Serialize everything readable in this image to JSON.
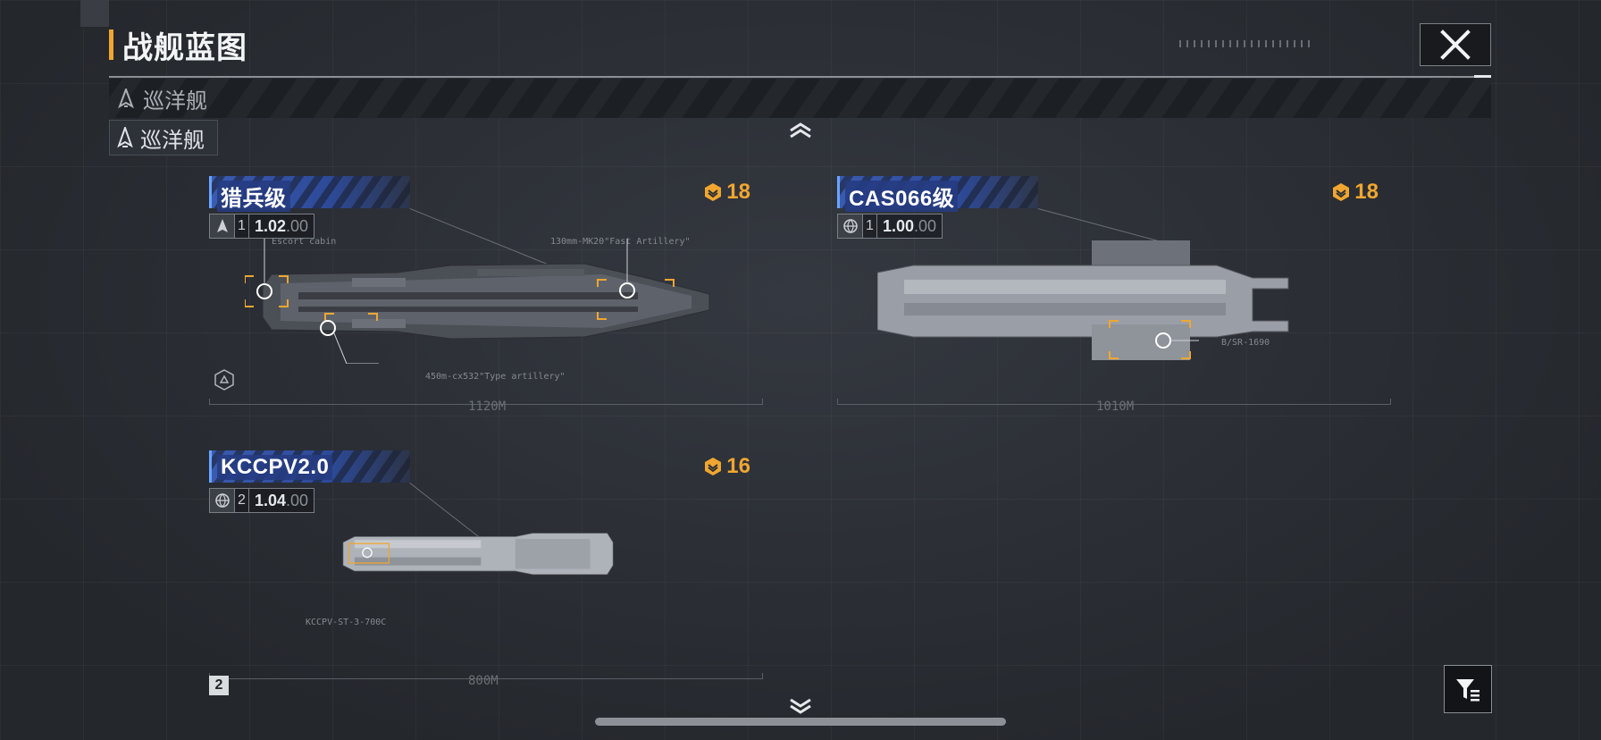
{
  "header": {
    "title": "战舰蓝图",
    "close_icon": "close-icon"
  },
  "category": {
    "bar_label": "巡洋舰",
    "selected_label": "巡洋舰",
    "icon": "ship-type-icon"
  },
  "cards": [
    {
      "name": "猎兵级",
      "cost": "18",
      "tier": "1",
      "ratio_main": "1.02",
      "ratio_tail": ".00",
      "stat_icon": "fleet-icon",
      "length": "1120M",
      "weapons": [
        "Escort cabin",
        "130mm-MK20\"Fast Artillery\"",
        "450m-cx532\"Type artillery\""
      ]
    },
    {
      "name": "CAS066级",
      "cost": "18",
      "tier": "1",
      "ratio_main": "1.00",
      "ratio_tail": ".00",
      "stat_icon": "globe-icon",
      "length": "1010M",
      "weapons": [
        "B/SR-1690"
      ]
    },
    {
      "name": "KCCPV2.0",
      "cost": "16",
      "tier": "2",
      "ratio_main": "1.04",
      "ratio_tail": ".00",
      "stat_icon": "globe-icon",
      "length": "800M",
      "weapons": [
        "KCCPV-ST-3-700C"
      ]
    }
  ],
  "page_badge": "2",
  "colors": {
    "accent": "#f0a630",
    "name_banner": "#3a5bb0",
    "background": "#2a2e34"
  }
}
